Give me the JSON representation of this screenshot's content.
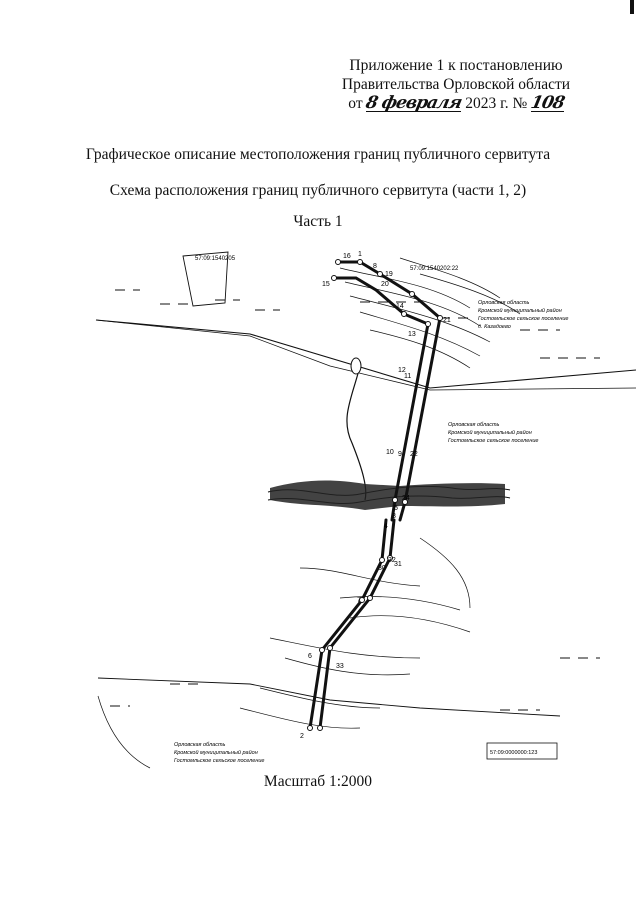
{
  "header": {
    "line1": "Приложение 1 к постановлению",
    "line2": "Правительства Орловской области",
    "line3_prefix": "от",
    "signature_date": "8 февраля",
    "line3_year": "2023 г. №",
    "signature_number": "108"
  },
  "title": "Графическое описание местоположения границ публичного сервитута",
  "subtitle": "Схема расположения границ публичного сервитута (части 1, 2)",
  "part_label": "Часть 1",
  "scale_label": "Масштаб 1:2000",
  "map": {
    "cadastral_numbers": {
      "top_left": "57:09:1540205",
      "top_right": "57:09:1540202:22",
      "bottom_right": "57:09:0000000:123"
    },
    "region_labels": {
      "upper_right": [
        "Орловская область",
        "Кромской муниципальный район",
        "Гостомльское сельское поселение",
        "д. Казадоево"
      ],
      "middle_right": [
        "Орловская область",
        "Кромской муниципальный район",
        "Гостомльское сельское поселение"
      ],
      "bottom_left": [
        "Орловская область",
        "Кромской муниципальный район",
        "Гостомльское сельское поселение"
      ]
    },
    "point_labels": [
      "16",
      "1",
      "8",
      "19",
      "20",
      "15",
      "21",
      "14",
      "13",
      "12",
      "11",
      "10",
      "9",
      "22",
      "24",
      "5",
      "4",
      "3",
      "32",
      "31",
      "30",
      "7",
      "33",
      "6",
      "2"
    ],
    "colors": {
      "ink": "#111111",
      "paper": "#ffffff"
    }
  }
}
